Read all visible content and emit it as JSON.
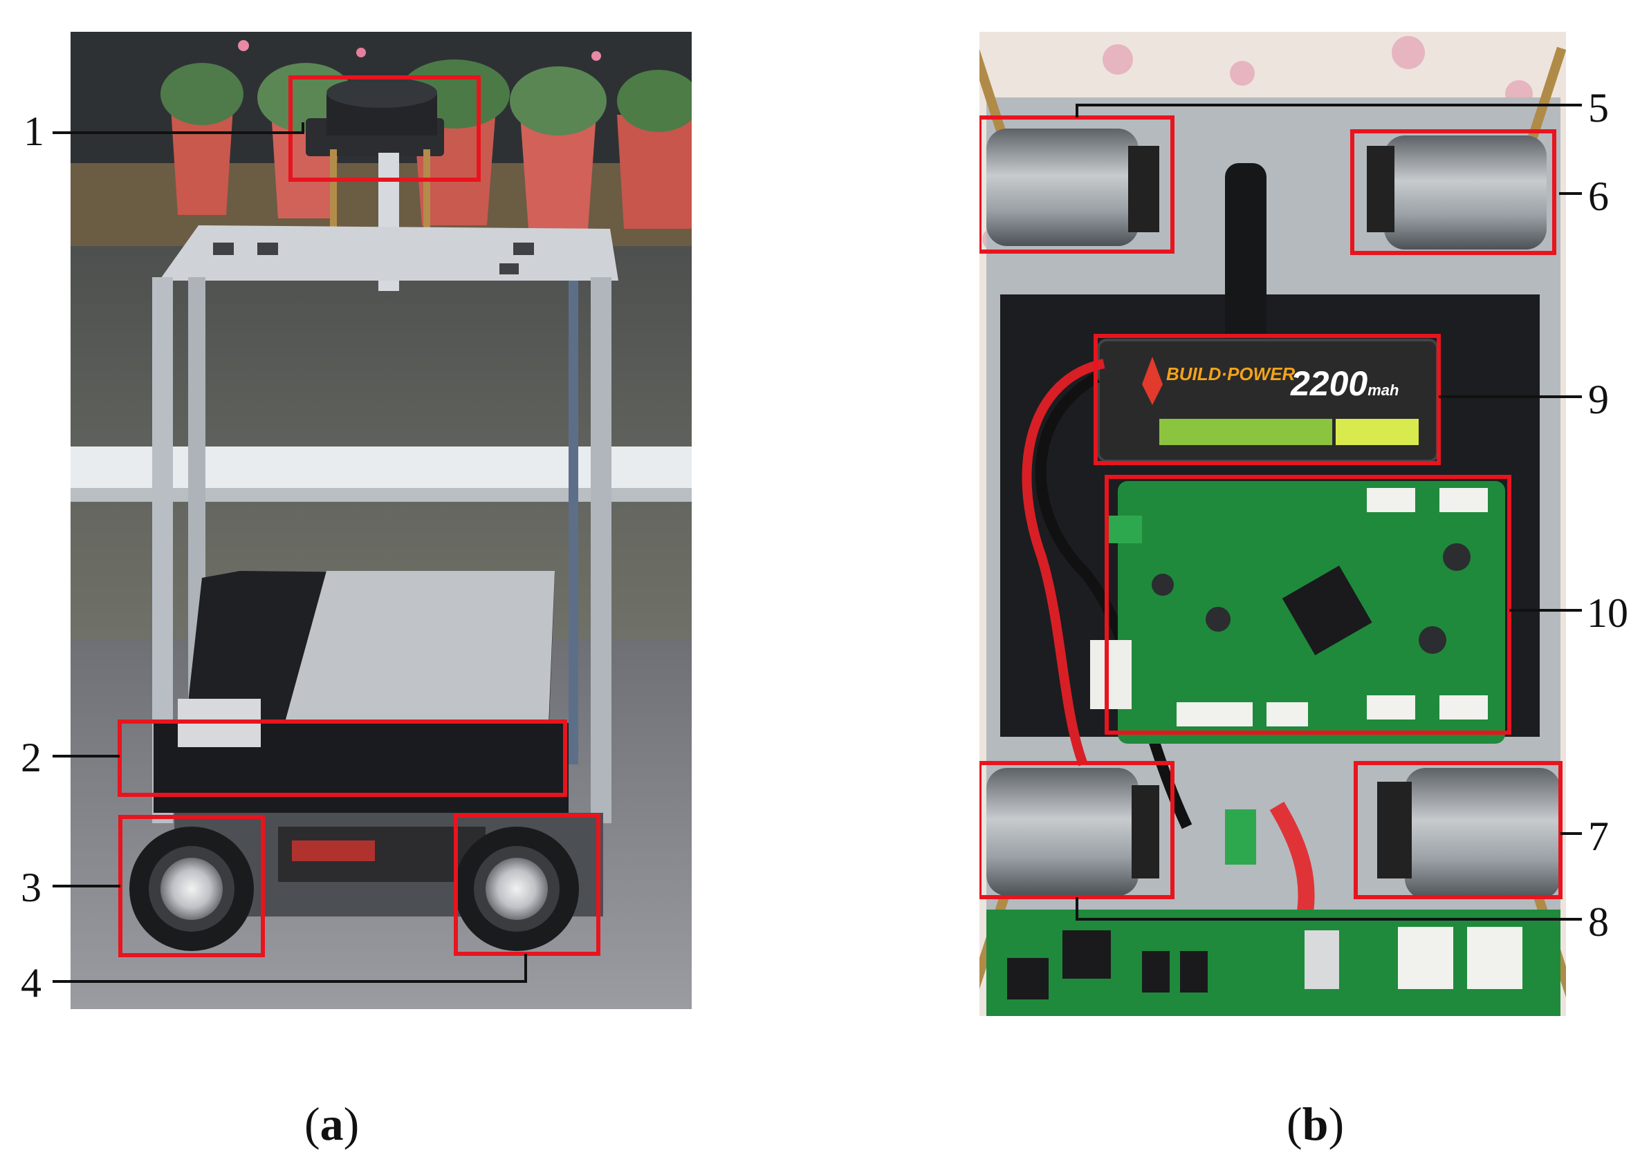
{
  "panel_a": {
    "caption_open": "(",
    "caption_letter": "a",
    "caption_close": ")",
    "callouts": [
      "1",
      "2",
      "3",
      "4"
    ]
  },
  "panel_b": {
    "caption_open": "(",
    "caption_letter": "b",
    "caption_close": ")",
    "callouts": [
      "5",
      "6",
      "7",
      "8",
      "9",
      "10"
    ],
    "battery_brand": "BUILD·POWER",
    "battery_capacity": "2200",
    "battery_unit": "mah"
  },
  "colors": {
    "highlight_box": "#e8141e",
    "leader_line": "#111111",
    "pcb_green": "#1f8a3c",
    "battery_black": "#2a2a2a"
  }
}
